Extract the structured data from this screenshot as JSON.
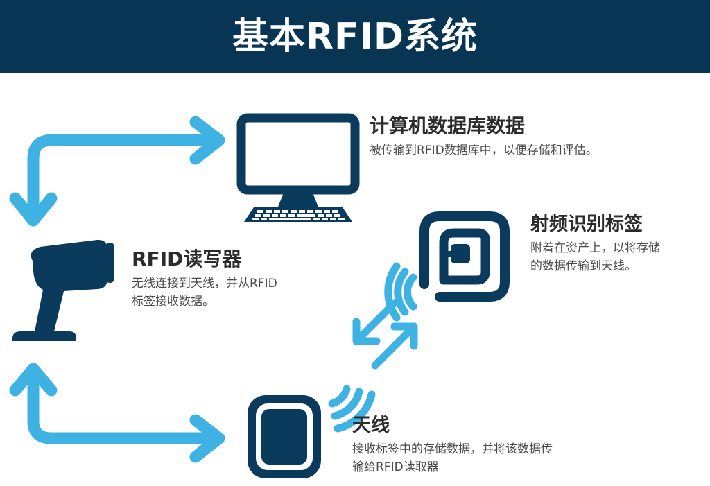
{
  "header": {
    "title": "基本RFID系统",
    "background_color": "#073553",
    "text_color": "#ffffff"
  },
  "theme": {
    "navy": "#073553",
    "light_blue": "#3db2e3",
    "page_background": "#ffffff",
    "heading_color": "#2b2b2b",
    "body_color": "#4a4a4a"
  },
  "nodes": [
    {
      "id": "computer",
      "icon": "computer-monitor-icon",
      "heading": "计算机数据库数据",
      "body_lines": [
        "被传输到RFID数据库中，以便存储和评估。"
      ]
    },
    {
      "id": "reader",
      "icon": "rfid-handheld-scanner-icon",
      "heading": "RFID读写器",
      "body_lines": [
        "无线连接到天线，并从RFID",
        "标签接收数据。"
      ]
    },
    {
      "id": "tag",
      "icon": "rfid-tag-icon",
      "heading": "射频识别标签",
      "body_lines": [
        "附着在资产上，以将存储",
        "的数据传输到天线。"
      ]
    },
    {
      "id": "antenna",
      "icon": "rfid-antenna-icon",
      "heading": "天线",
      "body_lines": [
        "接收标签中的存储数据，并将该数据传",
        "输给RFID读取器"
      ]
    }
  ],
  "connectors": [
    {
      "id": "reader-to-computer",
      "icon": "elbow-double-arrow-up-right-icon",
      "color": "#3db2e3"
    },
    {
      "id": "antenna-to-reader",
      "icon": "elbow-double-arrow-down-right-icon",
      "color": "#3db2e3"
    },
    {
      "id": "antenna-to-tag",
      "icon": "bidirectional-diagonal-arrows-icon",
      "color": "#3db2e3"
    },
    {
      "id": "antenna-waves",
      "icon": "signal-waves-icon",
      "color": "#3db2e3"
    },
    {
      "id": "tag-waves",
      "icon": "signal-waves-icon",
      "color": "#3db2e3"
    }
  ]
}
